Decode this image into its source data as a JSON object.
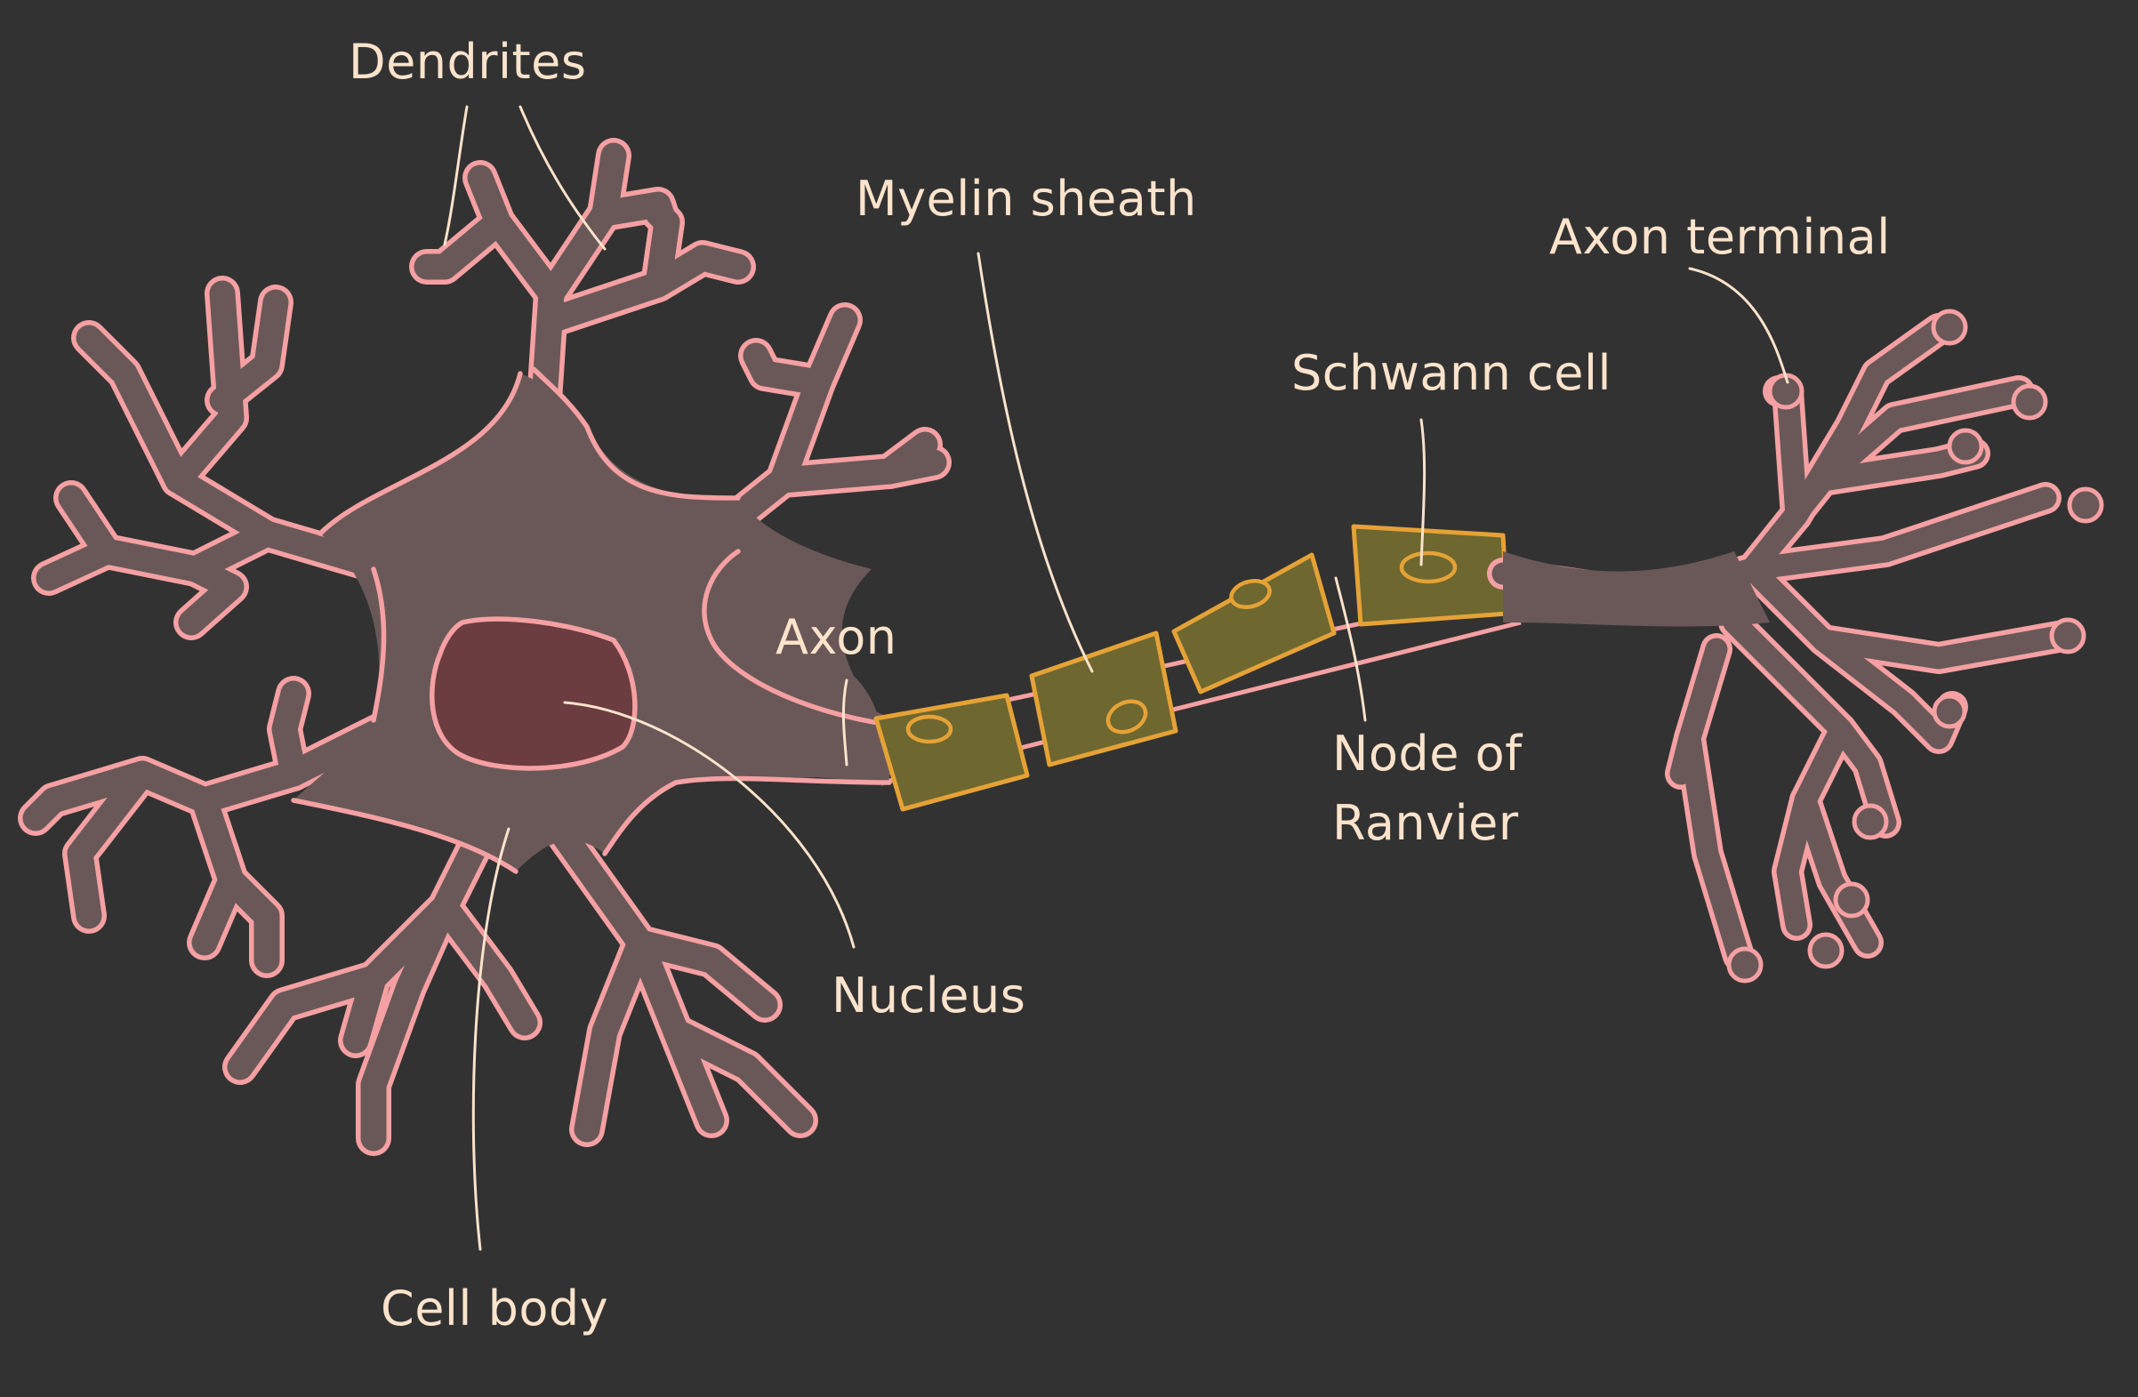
{
  "labels": {
    "dendrites": "Dendrites",
    "myelin_sheath": "Myelin sheath",
    "axon_terminal": "Axon terminal",
    "schwann_cell": "Schwann cell",
    "axon": "Axon",
    "node_of_ranvier_line1": "Node of",
    "node_of_ranvier_line2": "Ranvier",
    "nucleus": "Nucleus",
    "cell_body": "Cell body"
  },
  "colors": {
    "background": "#323232",
    "label_text": "#fbe3cc",
    "cell_fill": "#6a5858",
    "membrane_outline": "#f5a0a3",
    "nucleus_fill": "#6b3c40",
    "myelin_fill": "#6e6730",
    "myelin_outline": "#e5a236"
  }
}
